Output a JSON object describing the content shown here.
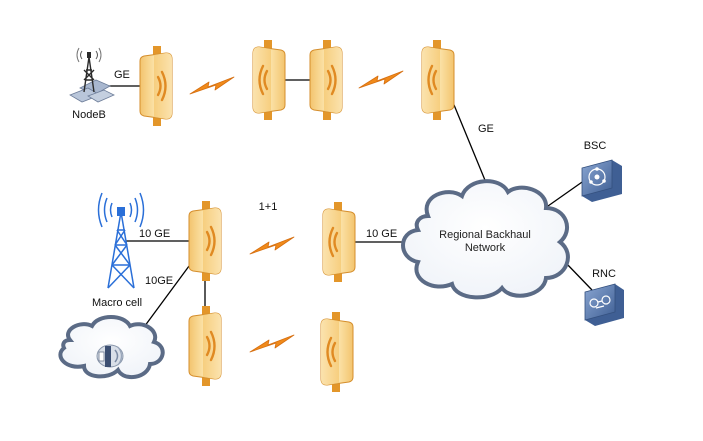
{
  "labels": {
    "nodeb": "NodeB",
    "ge_nodeb": "GE",
    "ge_uplink": "GE",
    "bsc": "BSC",
    "rnc": "RNC",
    "protection": "1+1",
    "ten_ge_macro": "10 GE",
    "ten_ge_cloud": "10 GE",
    "ten_ge_small": "10GE",
    "macro_cell": "Macro cell",
    "backhaul_line1": "Regional Backhaul",
    "backhaul_line2": "Network"
  },
  "colors": {
    "odu_light": "#f8d78e",
    "odu_mid": "#eeb55a",
    "odu_dark": "#d9902e",
    "odu_bracket": "#e3962a",
    "bolt": "#f08a1a",
    "cloud_stroke": "#5b6b86",
    "tower_blue": "#2a6fd8",
    "controller": "#5d7fb4",
    "line": "#000000"
  }
}
